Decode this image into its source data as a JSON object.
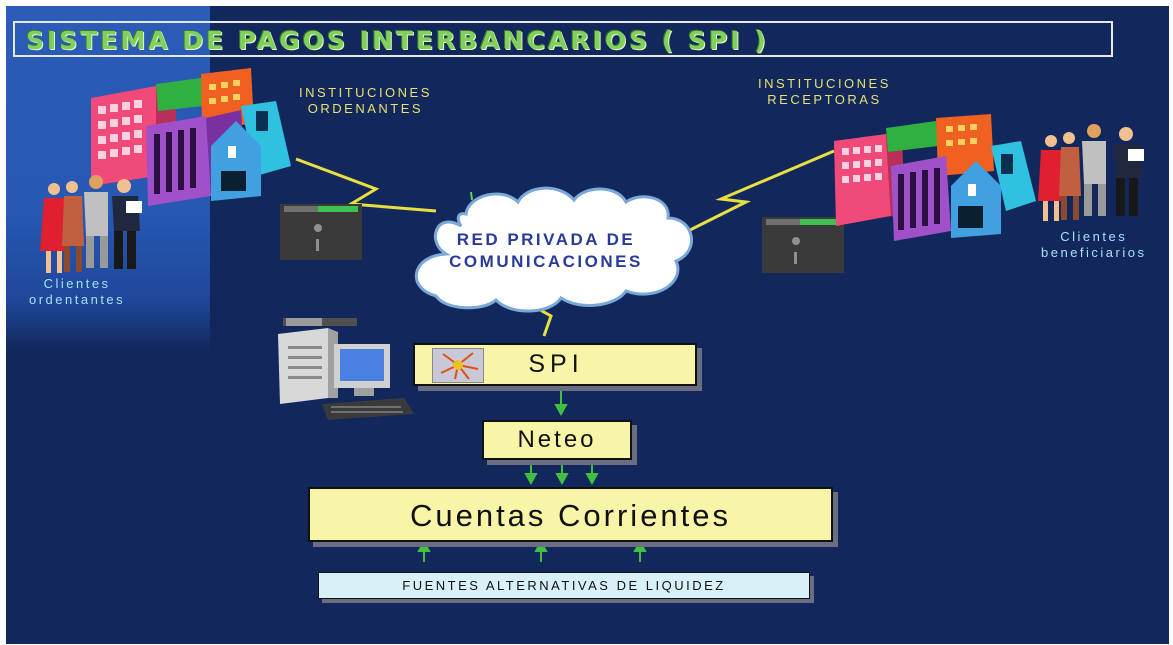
{
  "title": "SISTEMA DE PAGOS INTERBANCARIOS ( SPI )",
  "labels": {
    "instituciones_ordenantes": "INSTITUCIONES\nORDENANTES",
    "instituciones_receptoras": "INSTITUCIONES\nRECEPTORAS",
    "clientes_ordenantes": "Clientes\nordentantes",
    "clientes_beneficiarios": "Clientes\nbeneficiarios"
  },
  "network": {
    "label": "RED PRIVADA DE\nCOMUNICACIONES"
  },
  "boxes": {
    "spi": "SPI",
    "neteo": "Neteo",
    "cuentas": "Cuentas Corrientes",
    "fuentes": "FUENTES ALTERNATIVAS DE LIQUIDEZ"
  },
  "colors": {
    "background": "#12285c",
    "title": "#80d060",
    "label_yellow": "#e8e070",
    "label_cyan": "#a8e0f8",
    "box_yellow": "#f8f4a8",
    "box_lightblue": "#d8f0f8",
    "arrow": "#40c040",
    "link_line": "#e8e040"
  },
  "icons": [
    "building-cluster-icon",
    "people-group-icon",
    "terminal-icon",
    "computer-workstation-icon",
    "cloud-icon",
    "arrow-up-icon",
    "arrow-down-icon"
  ]
}
